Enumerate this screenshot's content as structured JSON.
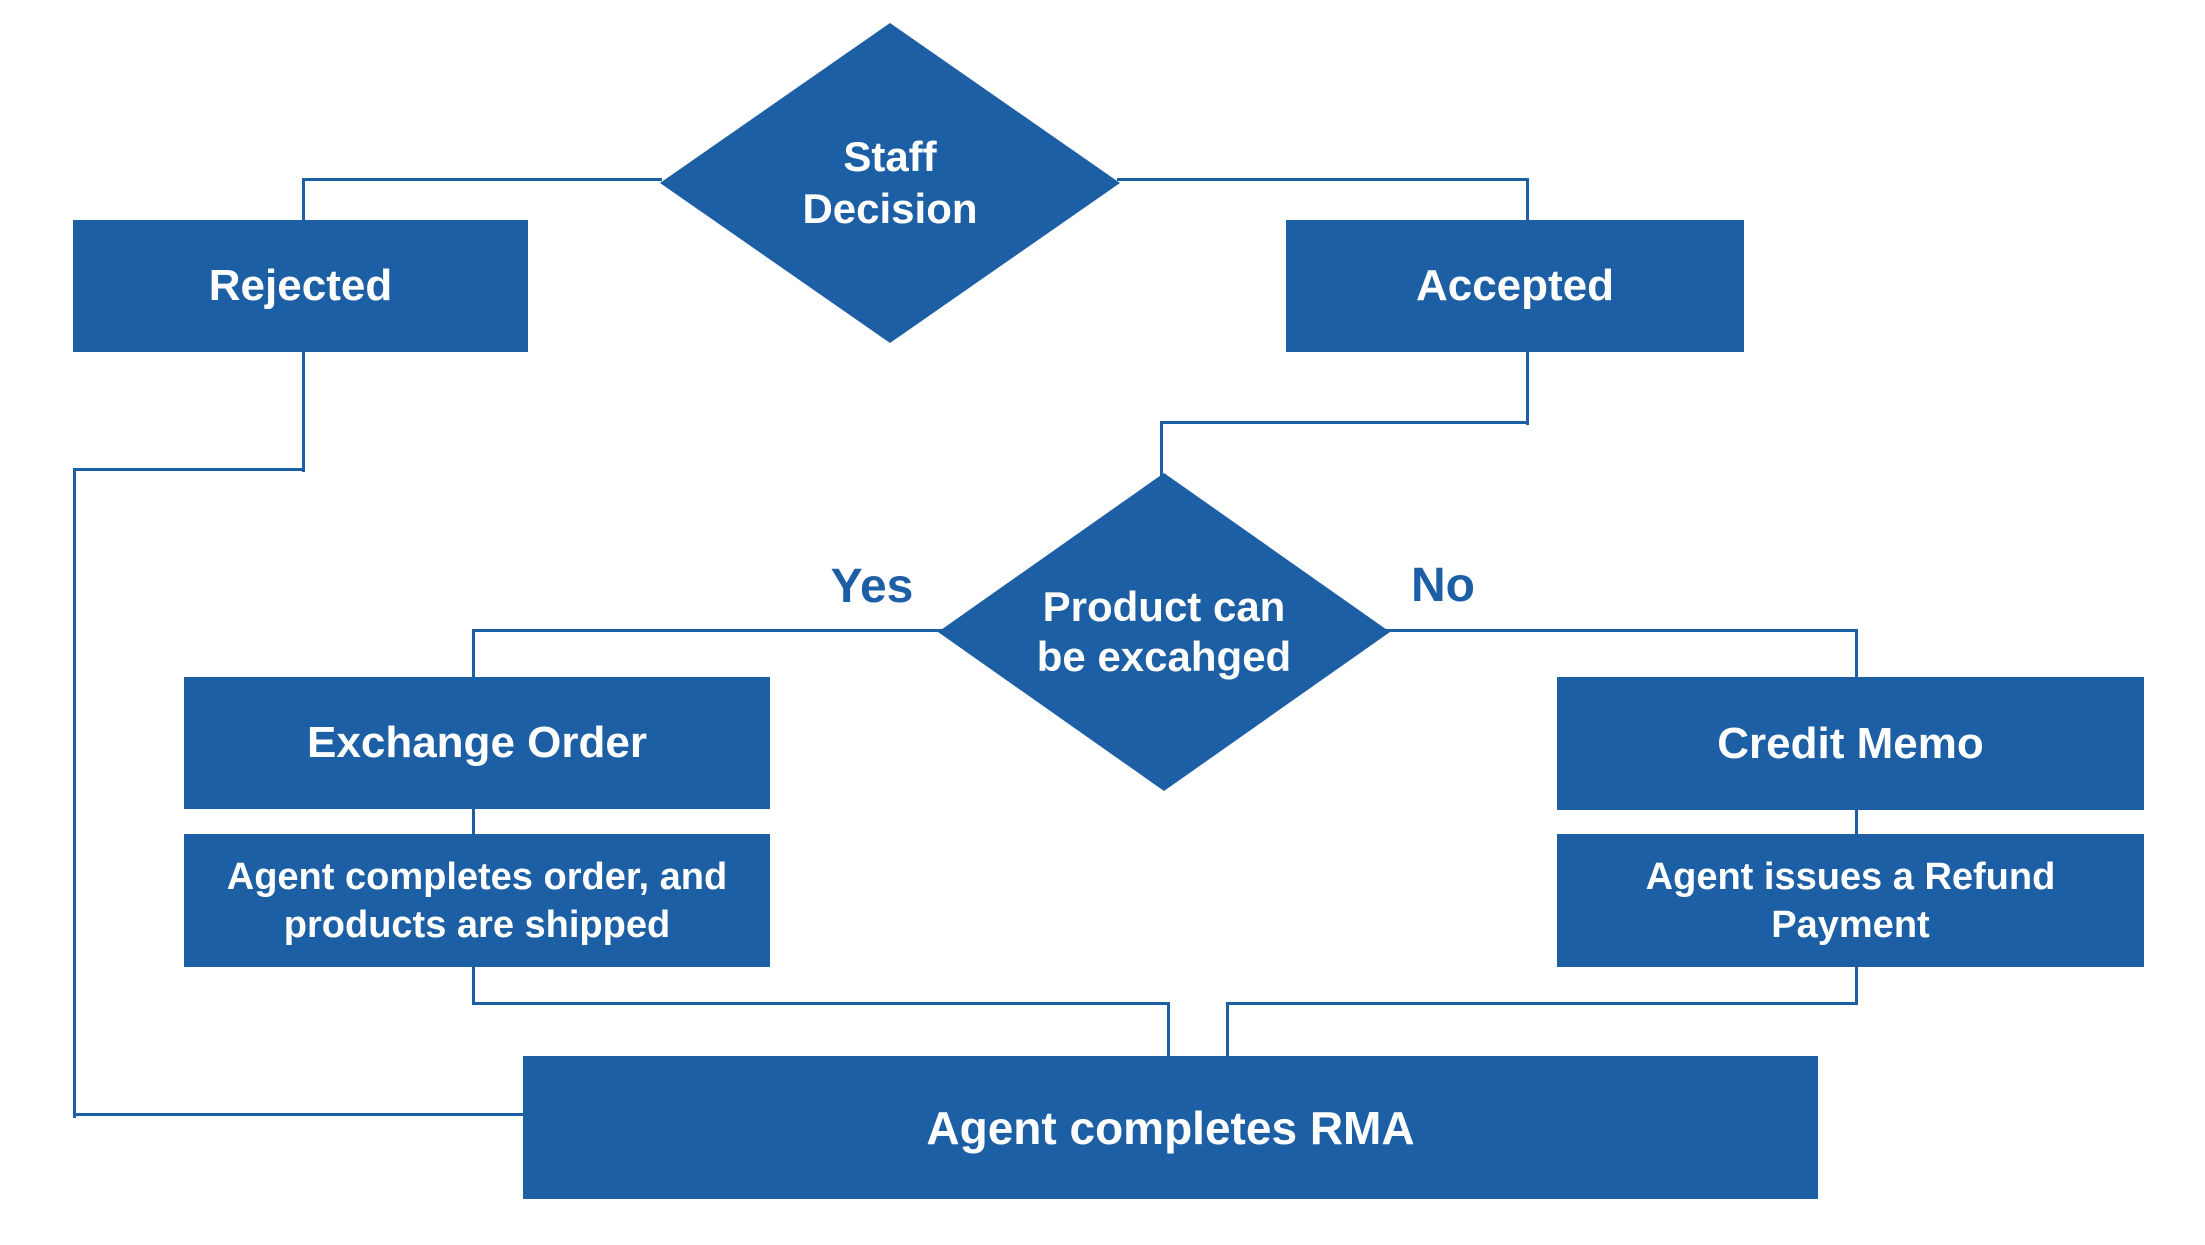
{
  "palette": {
    "primary": "#1D5FA4",
    "node_text": "#FFFFFF",
    "background": "#FFFFFF"
  },
  "nodes": {
    "staff_decision": {
      "type": "decision",
      "label": "Staff\nDecision"
    },
    "rejected": {
      "type": "process",
      "label": "Rejected"
    },
    "accepted": {
      "type": "process",
      "label": "Accepted"
    },
    "product_exchange": {
      "type": "decision",
      "label": "Product can\nbe excahged"
    },
    "exchange_order": {
      "type": "process",
      "label": "Exchange Order"
    },
    "exchange_note": {
      "type": "process",
      "label": "Agent completes order, and\nproducts are shipped"
    },
    "credit_memo": {
      "type": "process",
      "label": "Credit Memo"
    },
    "credit_note": {
      "type": "process",
      "label": "Agent issues a Refund\nPayment"
    },
    "rma": {
      "type": "process",
      "label": "Agent completes RMA"
    }
  },
  "branch_labels": {
    "yes": "Yes",
    "no": "No"
  }
}
